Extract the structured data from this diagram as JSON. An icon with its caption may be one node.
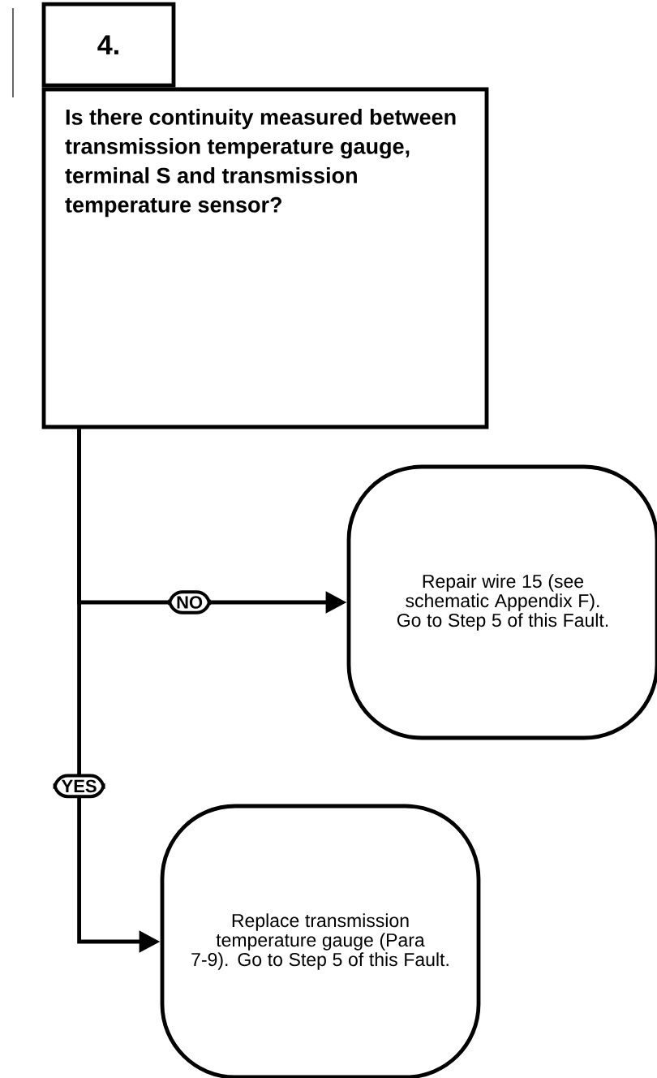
{
  "diagram": {
    "nodes": [
      {
        "text": [
          "4.",
          "Is there continuity measured between transmission temperature gauge, terminal S and transmission temperature sensor?"
        ]
      },
      {
        "text": [
          "Repair wire 15 (see schematic Appendix F).  Go to Step 5 of this Fault."
        ]
      },
      {
        "text": [
          "Replace transmission temperature gauge (Para 7-9). Go to Step 5 of this Fault."
        ]
      }
    ],
    "edges": [
      {
        "from": 0,
        "to": 1,
        "arrow": "to",
        "label": "NO"
      },
      {
        "from": 0,
        "to": 2,
        "arrow": "to",
        "label": "YES"
      }
    ]
  }
}
